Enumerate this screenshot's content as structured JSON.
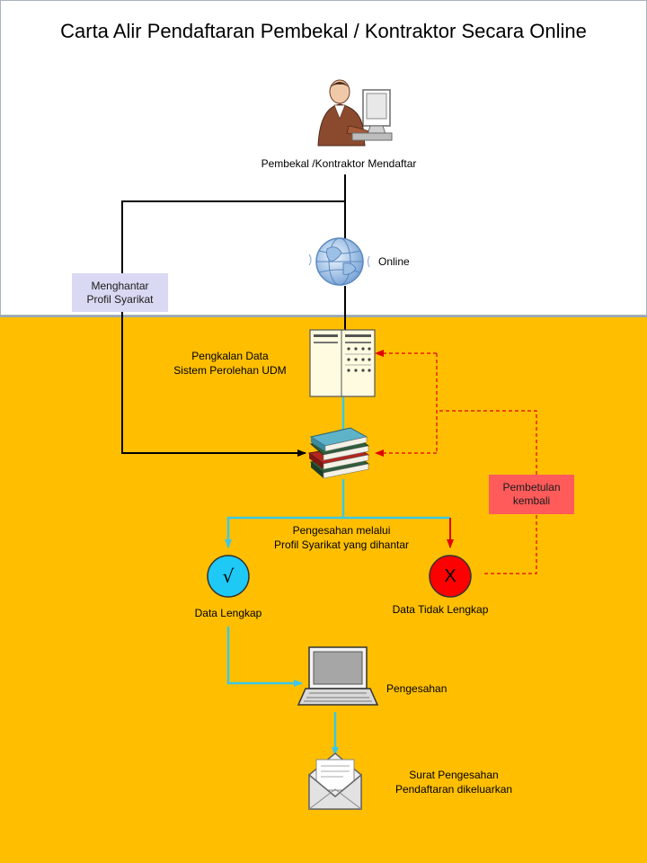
{
  "title": "Carta Alir Pendaftaran Pembekal / Kontraktor Secara Online",
  "nodes": {
    "supplier_label": "Pembekal /Kontraktor Mendaftar",
    "online_label": "Online",
    "database_label_1": "Pengkalan Data",
    "database_label_2": "Sistem Perolehan UDM",
    "send_profile_1": "Menghantar",
    "send_profile_2": "Profil Syarikat",
    "validation_1": "Pengesahan melalui",
    "validation_2": "Profil Syarikat yang dihantar",
    "correction_1": "Pembetulan",
    "correction_2": "kembali",
    "complete_symbol": "√",
    "complete_label": "Data Lengkap",
    "incomplete_symbol": "X",
    "incomplete_label": "Data Tidak Lengkap",
    "approval_label": "Pengesahan",
    "letter_1": "Surat Pengesahan",
    "letter_2": "Pendaftaran dikeluarkan"
  },
  "colors": {
    "top_background": "#ffffff",
    "bottom_background": "#ffbf00",
    "send_box": "#d9d9f3",
    "correction_box": "#ff5b5b",
    "complete_circle": "#1ec9f5",
    "incomplete_circle": "#ff0000",
    "flow_line": "#3cc8e6",
    "reject_line": "#e00000"
  }
}
